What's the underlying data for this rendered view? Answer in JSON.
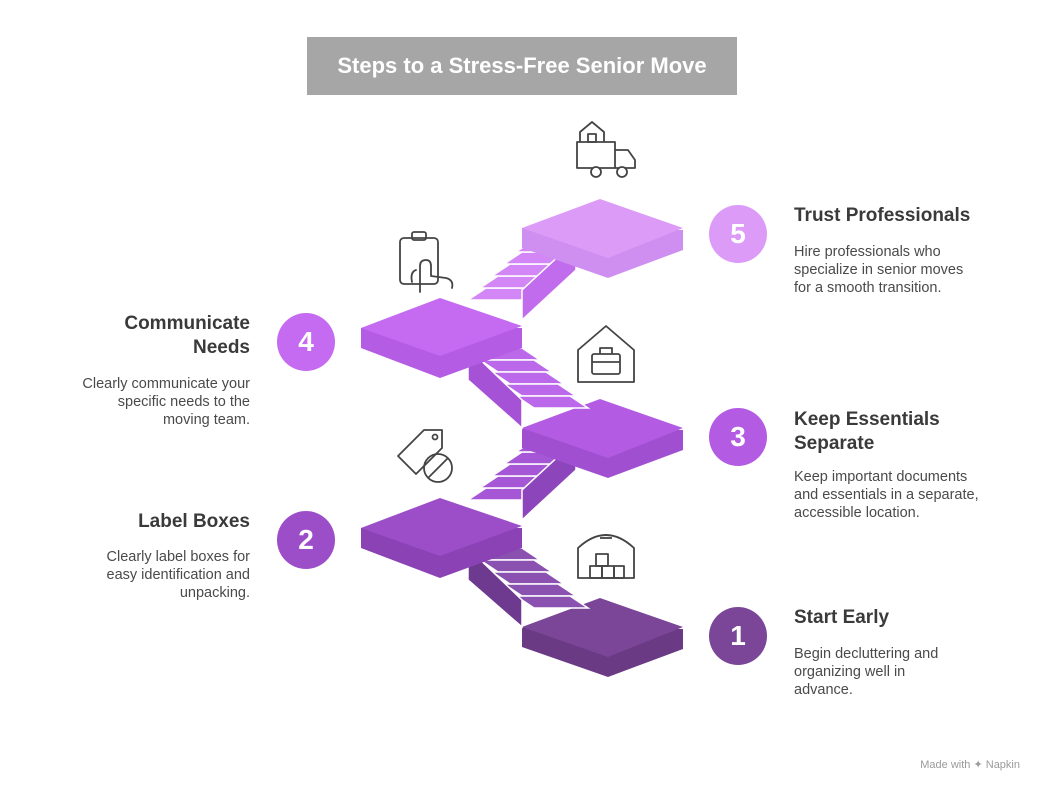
{
  "title": "Steps to a Stress-Free Senior Move",
  "steps": [
    {
      "number": "1",
      "title": "Start Early",
      "description": "Begin decluttering and organizing well in advance.",
      "color": "#7b4697",
      "icon": "warehouse-boxes-icon"
    },
    {
      "number": "2",
      "title": "Label Boxes",
      "description": "Clearly label boxes for easy identification and unpacking.",
      "color": "#9c4ec9",
      "icon": "label-tag-icon"
    },
    {
      "number": "3",
      "title": "Keep Essentials Separate",
      "description": "Keep important documents and essentials in a separate, accessible location.",
      "color": "#b35ce3",
      "icon": "house-briefcase-icon"
    },
    {
      "number": "4",
      "title": "Communicate Needs",
      "description": "Clearly communicate your specific needs to the moving team.",
      "color": "#c56bf2",
      "icon": "clipboard-hand-icon"
    },
    {
      "number": "5",
      "title": "Trust Professionals",
      "description": "Hire professionals who specialize in senior moves for a smooth transition.",
      "color": "#dc9bf7",
      "icon": "moving-truck-icon"
    }
  ],
  "footer": {
    "made_with": "Made with",
    "brand": "Napkin"
  }
}
